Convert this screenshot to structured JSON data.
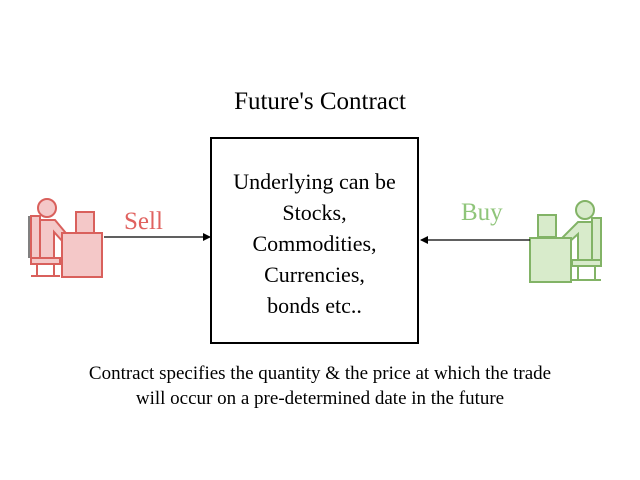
{
  "title": "Future's Contract",
  "box": {
    "lines": [
      "Underlying can be",
      "Stocks,",
      "Commodities,",
      "Currencies,",
      "bonds etc.."
    ]
  },
  "seller": {
    "label": "Sell",
    "color": "#e0625f",
    "icon": "person-at-desk-icon"
  },
  "buyer": {
    "label": "Buy",
    "color": "#8fc57a",
    "icon": "person-at-desk-icon"
  },
  "caption": {
    "lines": [
      "Contract specifies the quantity & the price at which the trade",
      "will occur on a pre-determined date in the future"
    ]
  }
}
